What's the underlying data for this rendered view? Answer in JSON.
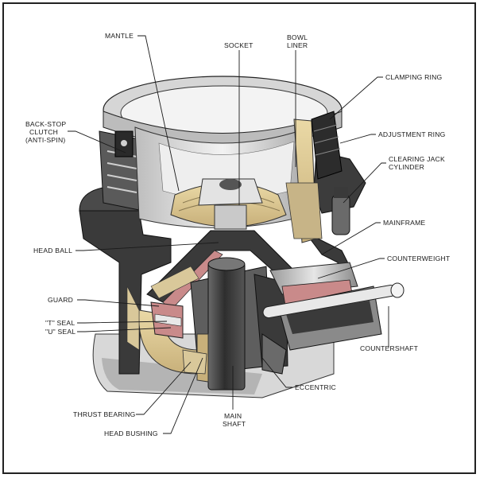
{
  "labels": {
    "mantle": "MANTLE",
    "socket": "SOCKET",
    "bowl_liner_1": "BOWL",
    "bowl_liner_2": "LINER",
    "clamping_ring": "CLAMPING RING",
    "back_stop_1": "BACK-STOP",
    "back_stop_2": "CLUTCH",
    "back_stop_3": "(ANTI-SPIN)",
    "adjustment_ring": "ADJUSTMENT RING",
    "clearing_jack_1": "CLEARING JACK",
    "clearing_jack_2": "CYLINDER",
    "mainframe": "MAINFRAME",
    "head_ball": "HEAD BALL",
    "counterweight": "COUNTERWEIGHT",
    "guard": "GUARD",
    "t_seal": "\"T\" SEAL",
    "u_seal": "\"U\" SEAL",
    "countershaft": "COUNTERSHAFT",
    "eccentric": "ECCENTRIC",
    "thrust_bearing": "THRUST BEARING",
    "main_shaft_1": "MAIN",
    "main_shaft_2": "SHAFT",
    "head_bushing": "HEAD BUSHING"
  },
  "colors": {
    "cutaway_dark": "#3a3a3a",
    "metal_light": "#d9d9d9",
    "bronze": "#d9c89a",
    "interior_white": "#f4f4f4",
    "shaft_dark": "#4a4a4a",
    "accent_red": "#c98a8a"
  }
}
